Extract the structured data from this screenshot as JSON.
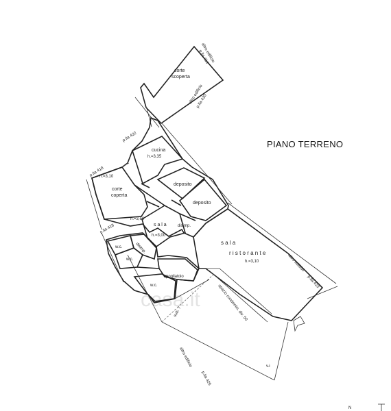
{
  "title": "PIANO TERRENO",
  "labels": {
    "altro_edificio_1": "altro edificio",
    "pla_414": "p.lla 414",
    "corte_scoperta_1": "corte",
    "corte_scoperta_2": "scoperta",
    "altro_edificio_2": "altro edificio",
    "pla_420": "p.lla 420",
    "pla_422": "p.lla 422",
    "cucina": "cucina",
    "h_335": "h.=3,35",
    "pla_418_a": "p.lla 418",
    "h_310_a": "h.=3,10",
    "corte_coperta_1": "corte",
    "corte_coperta_2": "coperta",
    "deposito_1": "deposito",
    "deposito_2": "deposito",
    "h_360": "h.=3,60",
    "sala_small": "s a l a",
    "h_300": "h.=3,00",
    "disimp_1": "disimp.",
    "pla_418_b": "p.lla 418",
    "wc_1": "w.c.",
    "disimp_2": "disimp.",
    "wc_2": "w.c.",
    "spogliatoio": "spogliatoio",
    "wc_3": "w.c.",
    "sala_big": "s a l a",
    "ristorante": "r i s t o r a n t e",
    "h_310_b": "h.=3,10",
    "altro_edificio_3": "altro edificio",
    "pla_423": "p.lla 423",
    "spazio_condom": "spazio condomin. div. 50",
    "sub_7": "sub. 7",
    "altro_edificio_4": "altro edificio",
    "pla_425": "p.lla 425",
    "vi": "v.i",
    "north": "N",
    "watermark": "casa.it"
  }
}
